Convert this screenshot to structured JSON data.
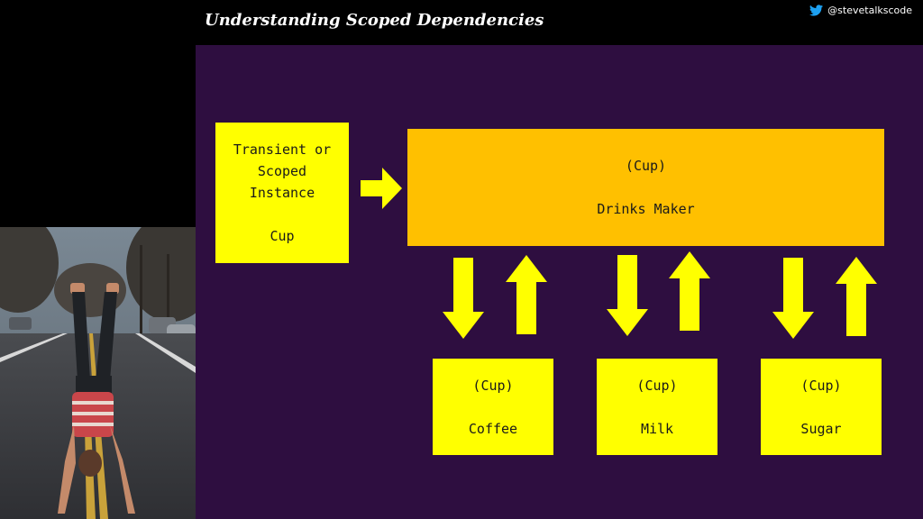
{
  "header": {
    "title": "Understanding Scoped Dependencies",
    "handle": "@stevetalkscode"
  },
  "diagram": {
    "transient": {
      "line1": "Transient or",
      "line2": "Scoped",
      "line3": "Instance",
      "line4": "Cup"
    },
    "maker": {
      "line1": "(Cup)",
      "line2": "Drinks Maker"
    },
    "children": [
      {
        "line1": "(Cup)",
        "line2": "Coffee"
      },
      {
        "line1": "(Cup)",
        "line2": "Milk"
      },
      {
        "line1": "(Cup)",
        "line2": "Sugar"
      }
    ]
  },
  "colors": {
    "panel": "#2e0e40",
    "box": "#ffff00",
    "maker": "#ffc000",
    "arrow": "#ffff00"
  },
  "icons": {
    "brand": "twitter-bird-icon"
  }
}
